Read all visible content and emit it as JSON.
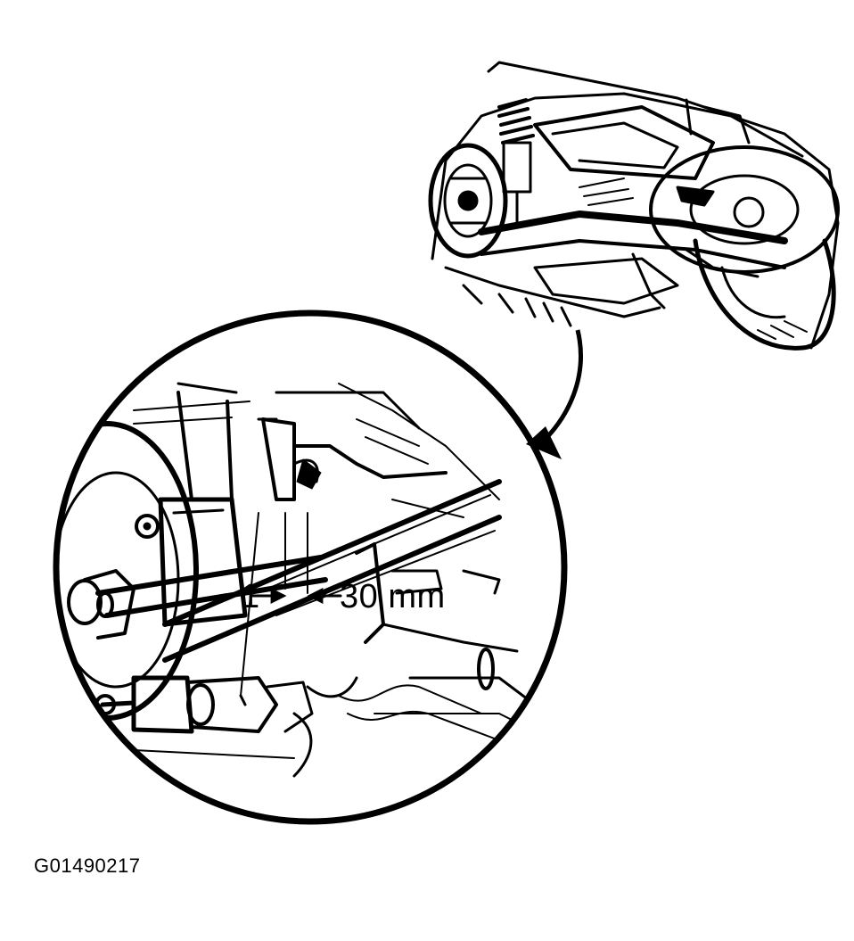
{
  "figure": {
    "callout_number": "1",
    "measurement": "30 mm",
    "figure_code": "G01490217"
  },
  "icons": {
    "vehicle_overview": "rear-suspension-overview-illustration",
    "detail_view": "rear-axle-detail-illustration",
    "pointer": "curved-arrow-icon"
  }
}
